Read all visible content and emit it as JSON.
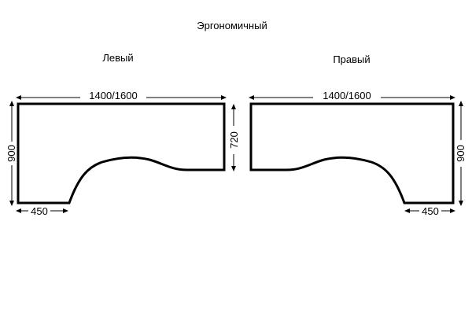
{
  "title": "Эргономичный",
  "left": {
    "label": "Левый",
    "width_dim": "1400/1600",
    "depth_dim": "900",
    "bottom_dim": "450",
    "inner_dim": "720"
  },
  "right": {
    "label": "Правый",
    "width_dim": "1400/1600",
    "depth_dim": "900",
    "bottom_dim": "450"
  },
  "colors": {
    "stroke": "#000000",
    "background": "#ffffff"
  }
}
